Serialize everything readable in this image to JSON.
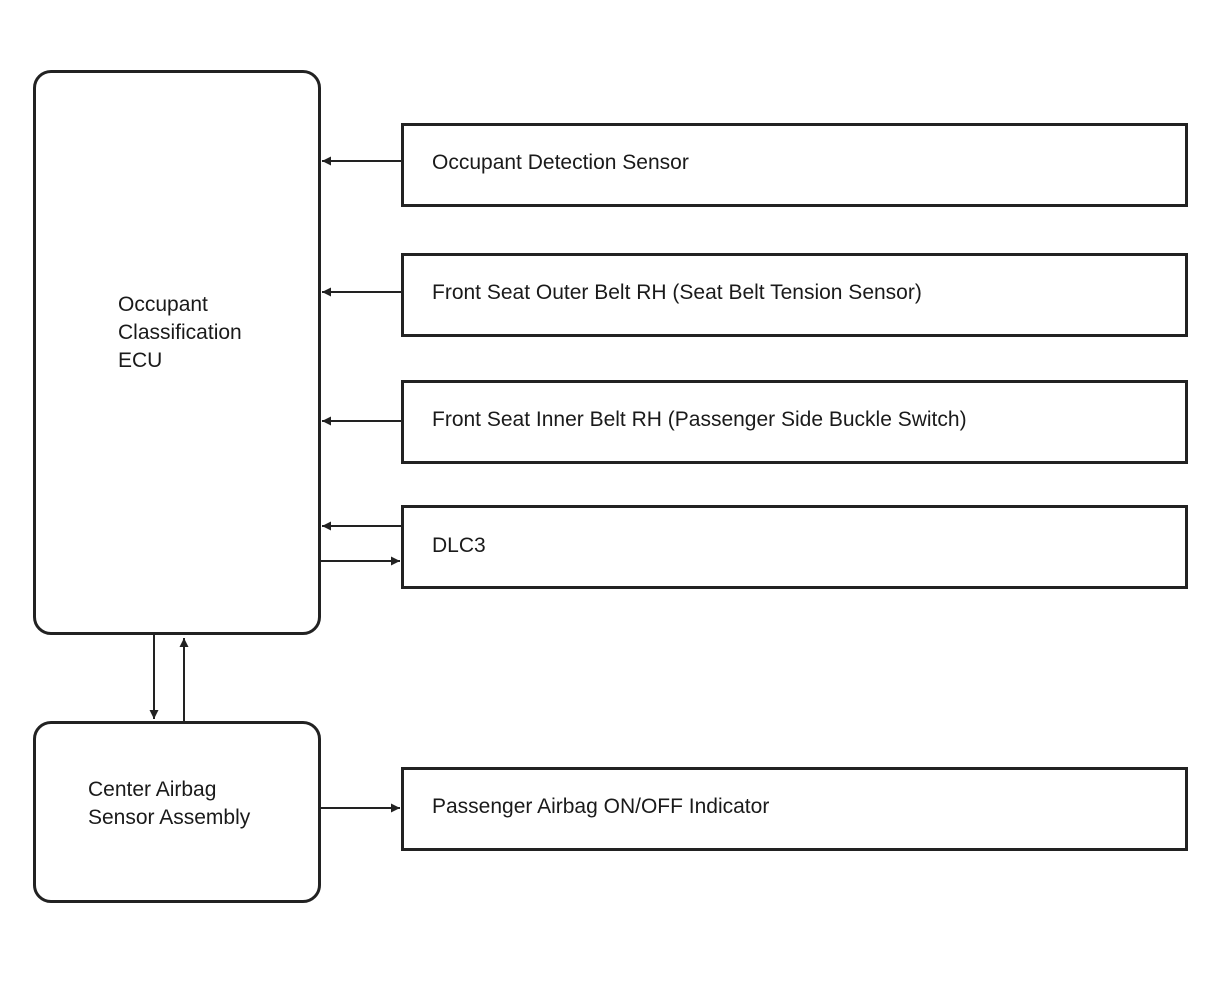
{
  "ecu": {
    "label": [
      "Occupant",
      "Classification",
      "ECU"
    ]
  },
  "airbag_sensor": {
    "label": [
      "Center Airbag",
      "Sensor Assembly"
    ]
  },
  "sensors": {
    "occupant_detection": "Occupant Detection Sensor",
    "outer_belt": "Front Seat Outer Belt RH (Seat Belt Tension Sensor)",
    "inner_belt": "Front Seat Inner Belt RH (Passenger Side Buckle Switch)",
    "dlc3": "DLC3"
  },
  "indicator": {
    "label": "Passenger Airbag ON/OFF Indicator"
  },
  "colors": {
    "line": "#222222",
    "text": "#1a1a1a"
  }
}
